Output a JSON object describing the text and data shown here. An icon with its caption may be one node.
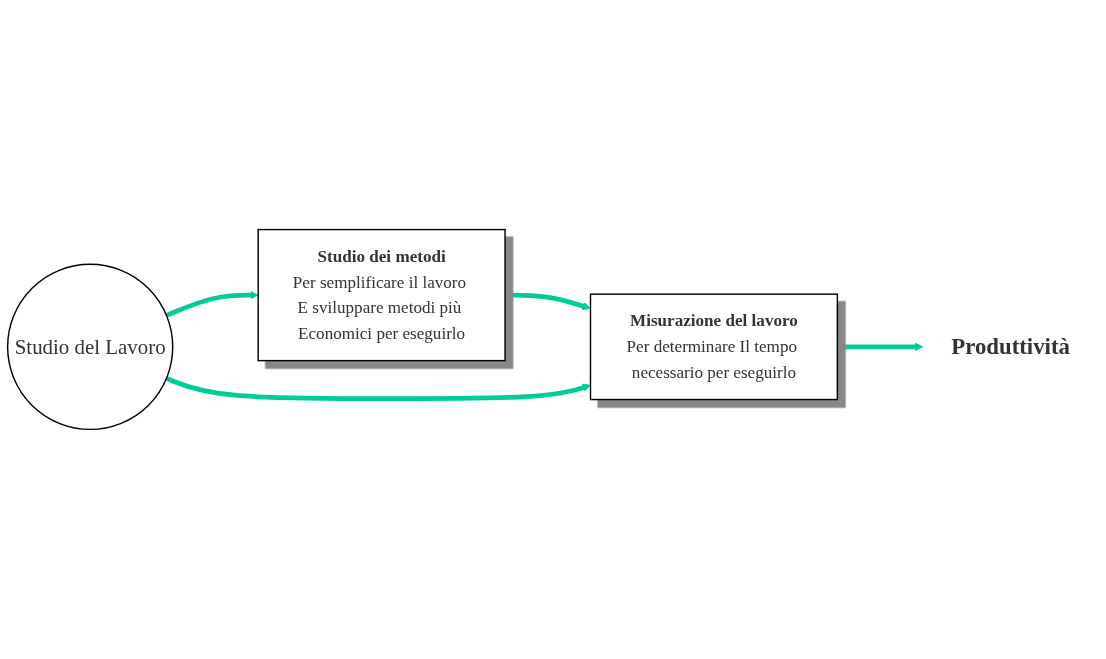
{
  "diagram": {
    "nodes": [
      {
        "text": [
          "Studio del Lavoro"
        ]
      },
      {
        "text": [
          "Studio dei metodi",
          "Per semplificare il lavoro E sviluppare metodi più Economici per eseguirlo"
        ]
      },
      {
        "text": [
          "Misurazione del lavoro",
          "Per determinare Il tempo necessario per eseguirlo"
        ]
      },
      {
        "text": [
          "Produttività"
        ]
      }
    ],
    "edges": [
      {
        "from": 0,
        "to": 1,
        "arrow": "to"
      },
      {
        "from": 1,
        "to": 2,
        "arrow": "to"
      },
      {
        "from": 0,
        "to": 2,
        "arrow": "to"
      },
      {
        "from": 2,
        "to": 3,
        "arrow": "to"
      }
    ]
  }
}
